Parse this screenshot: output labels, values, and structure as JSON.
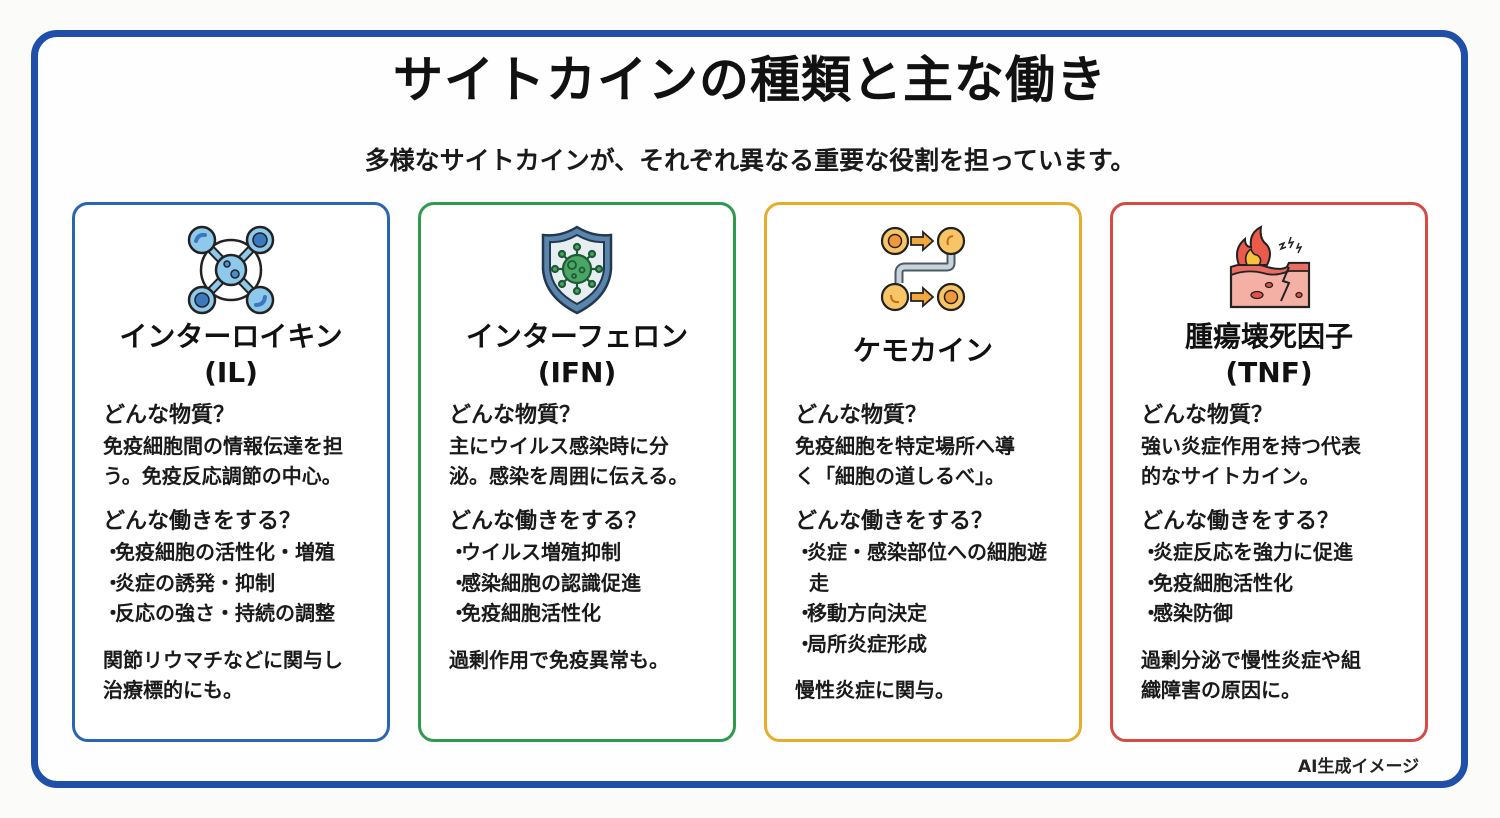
{
  "header": {
    "title": "サイトカインの種類と主な働き",
    "subtitle": "多様なサイトカインが、それぞれ異なる重要な役割を担っています。"
  },
  "colors": {
    "frame": "#1f4fa8",
    "il": "#2a65b0",
    "ifn": "#2e9a4e",
    "chemokine": "#e8ac2c",
    "tnf": "#d64a45"
  },
  "cards": [
    {
      "icon": "cell-network-icon",
      "name": "インターロイキン",
      "abbr": "(IL)",
      "q1": "どんな物質？",
      "desc": [
        "免疫細胞間の情報伝達を担",
        "う。免疫反応調節の中心。"
      ],
      "q2": "どんな働きをする？",
      "bullets": [
        "免疫細胞の活性化・増殖",
        "炎症の誘発・抑制",
        "反応の強さ・持続の調整"
      ],
      "note": [
        "関節リウマチなどに関与し",
        "治療標的にも。"
      ]
    },
    {
      "icon": "shield-virus-icon",
      "name": "インターフェロン",
      "abbr": "(IFN)",
      "q1": "どんな物質？",
      "desc": [
        "主にウイルス感染時に分",
        "泌。感染を周囲に伝える。"
      ],
      "q2": "どんな働きをする？",
      "bullets": [
        "ウイルス増殖抑制",
        "感染細胞の認識促進",
        "免疫細胞活性化"
      ],
      "note": [
        "過剰作用で免疫異常も。"
      ]
    },
    {
      "icon": "cell-migration-icon",
      "name": "ケモカイン",
      "abbr": "",
      "q1": "どんな物質？",
      "desc": [
        "免疫細胞を特定場所へ導",
        "く「細胞の道しるべ」。"
      ],
      "q2": "どんな働きをする？",
      "bullets": [
        "炎症・感染部位への細胞遊走",
        "移動方向決定",
        "局所炎症形成"
      ],
      "note": [
        "慢性炎症に関与。"
      ]
    },
    {
      "icon": "inflamed-tissue-icon",
      "name": "腫瘍壊死因子",
      "abbr": "(TNF)",
      "q1": "どんな物質？",
      "desc": [
        "強い炎症作用を持つ代表",
        "的なサイトカイン。"
      ],
      "q2": "どんな働きをする？",
      "bullets": [
        "炎症反応を強力に促進",
        "免疫細胞活性化",
        "感染防御"
      ],
      "note": [
        "過剰分泌で慢性炎症や組",
        "織障害の原因に。"
      ]
    }
  ],
  "footer": {
    "credit": "AI生成イメージ"
  }
}
